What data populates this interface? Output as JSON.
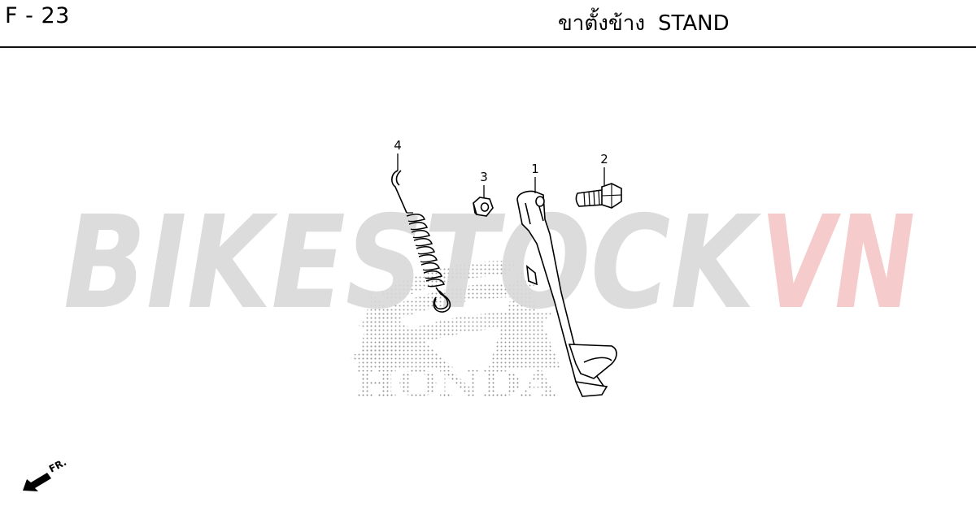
{
  "header": {
    "page_code": "F - 23",
    "title_thai": "ขาตั้งข้าง",
    "title_en": "STAND"
  },
  "watermark": {
    "text_gray": "BIKESTOCK",
    "text_red": "VN",
    "logo_text": "HONDA",
    "gray_color": "#d9d9d9",
    "red_color": "#f6c9c9"
  },
  "parts": [
    {
      "ref": "1",
      "name": "side stand"
    },
    {
      "ref": "2",
      "name": "bolt"
    },
    {
      "ref": "3",
      "name": "nut"
    },
    {
      "ref": "4",
      "name": "spring"
    }
  ],
  "direction_indicator": {
    "label": "FR.",
    "icon": "front-arrow-icon"
  }
}
